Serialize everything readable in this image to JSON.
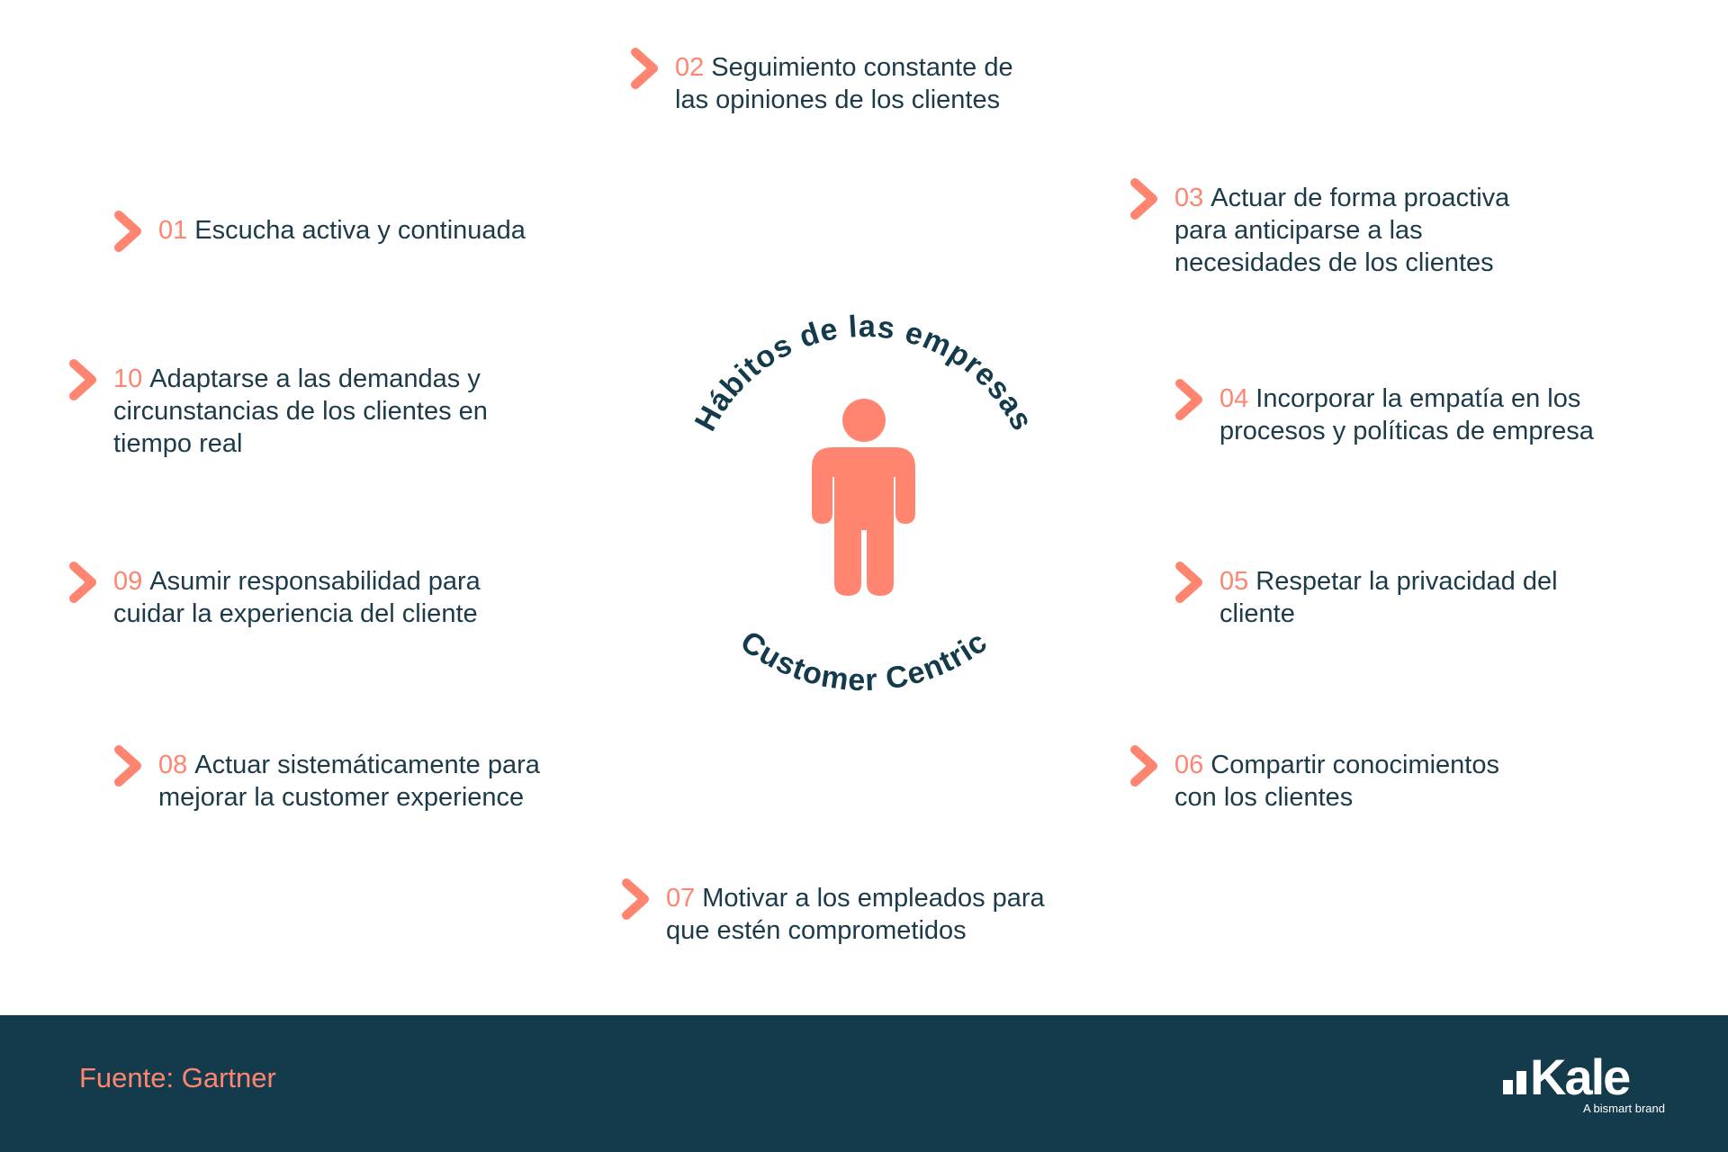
{
  "center": {
    "top_arc": "Hábitos de las empresas",
    "bottom_arc": "Customer Centric",
    "icon": "person-icon"
  },
  "items": [
    {
      "num": "01",
      "lines": [
        "Escucha activa y continuada"
      ]
    },
    {
      "num": "02",
      "lines": [
        "Seguimiento constante de",
        "las opiniones de los clientes"
      ]
    },
    {
      "num": "03",
      "lines": [
        "Actuar de forma proactiva",
        "para anticiparse a las",
        "necesidades de los clientes"
      ]
    },
    {
      "num": "04",
      "lines": [
        "Incorporar la empatía en los",
        "procesos y políticas de empresa"
      ]
    },
    {
      "num": "05",
      "lines": [
        "Respetar la privacidad del",
        "cliente"
      ]
    },
    {
      "num": "06",
      "lines": [
        "Compartir conocimientos",
        "con los clientes"
      ]
    },
    {
      "num": "07",
      "lines": [
        "Motivar a los empleados para",
        "que estén comprometidos"
      ]
    },
    {
      "num": "08",
      "lines": [
        "Actuar sistemáticamente para",
        "mejorar la customer experience"
      ]
    },
    {
      "num": "09",
      "lines": [
        "Asumir responsabilidad para",
        "cuidar la experiencia del cliente"
      ]
    },
    {
      "num": "10",
      "lines": [
        "Adaptarse a las demandas y",
        "circunstancias de los clientes en",
        "tiempo real"
      ]
    }
  ],
  "footer": {
    "source": "Fuente: Gartner",
    "logo": "Kale",
    "logo_tagline": "A bismart brand"
  },
  "colors": {
    "accent": "#ff8571",
    "text": "#1d3a48",
    "footer_bg": "#133b4c"
  }
}
